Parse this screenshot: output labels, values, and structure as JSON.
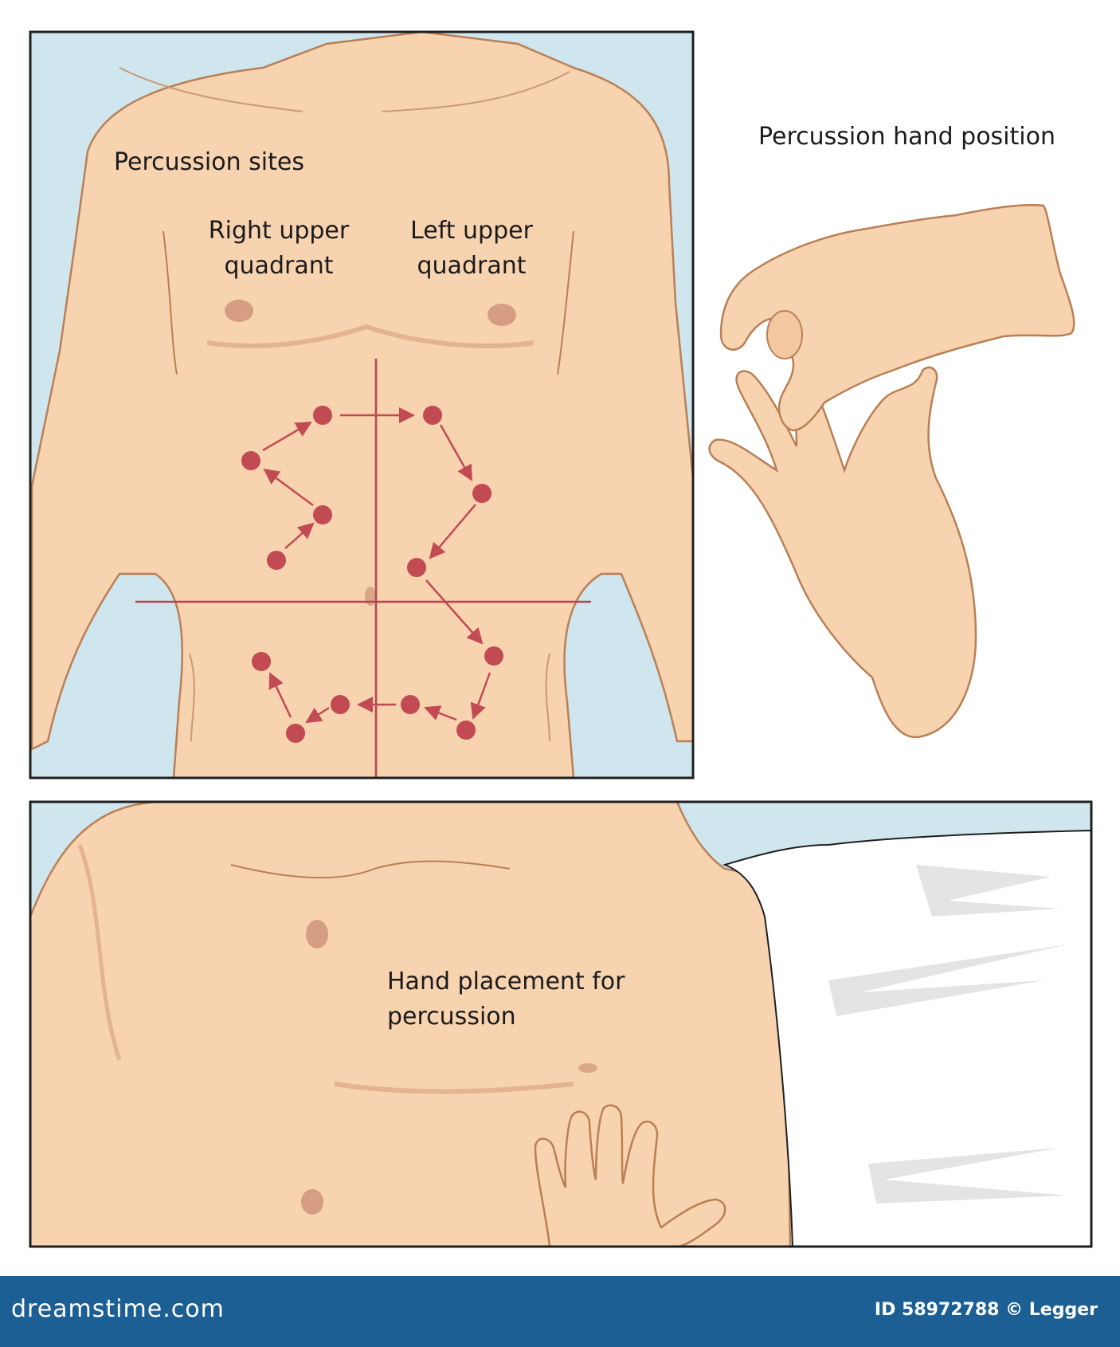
{
  "labels": {
    "percussion_sites": "Percussion sites",
    "right_upper_quadrant": [
      "Right upper",
      "quadrant"
    ],
    "left_upper_quadrant": [
      "Left upper",
      "quadrant"
    ],
    "percussion_hand_position": "Percussion hand position",
    "hand_placement": [
      "Hand placement for",
      "percussion"
    ]
  },
  "footer": {
    "logo": "dreamstime.com",
    "credit": "ID 58972788 © Legger"
  },
  "colors": {
    "background": "#ffffff",
    "panel_background": "#cfe6ee",
    "skin": "#f7d3b0",
    "skin_outline": "#b98056",
    "nipple": "#d49d84",
    "percussion_dot": "#c24a52",
    "guide_line": "#b5444c",
    "footer": "#1c5f94",
    "text": "#1b1b1b",
    "sheet": "#ffffff"
  },
  "icons": {
    "watermark": "spiral-watermark-icon"
  }
}
